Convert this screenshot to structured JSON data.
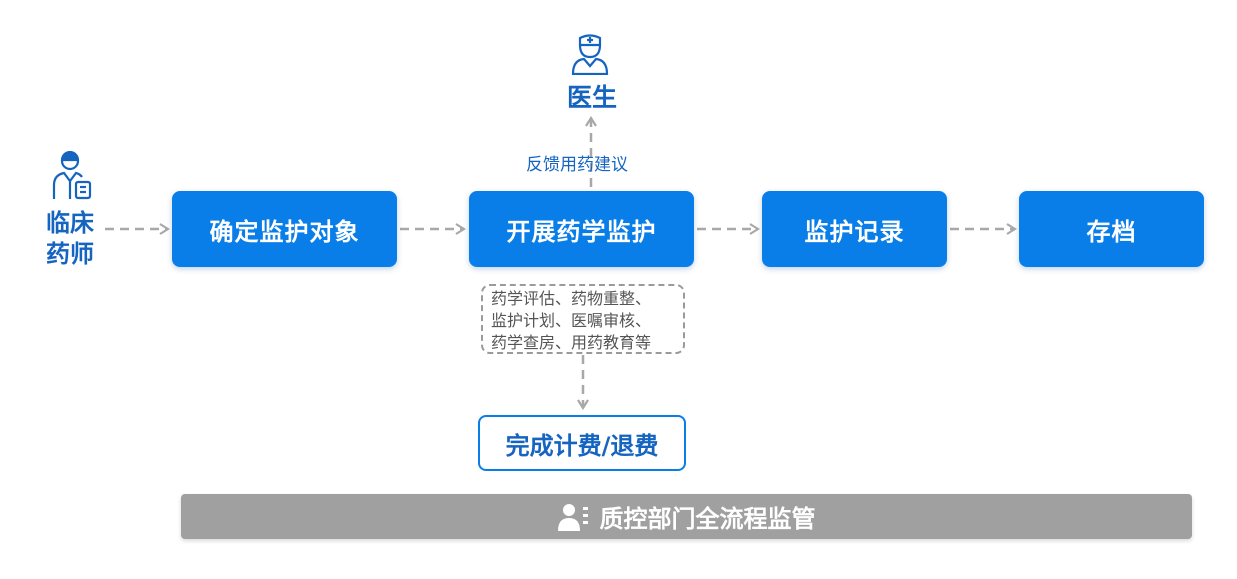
{
  "actors": {
    "clinical_pharmacist": {
      "line1": "临床",
      "line2": "药师",
      "icon": "pharmacist-icon"
    },
    "doctor": {
      "label": "医生",
      "icon": "doctor-icon"
    }
  },
  "steps": [
    {
      "label": "确定监护对象"
    },
    {
      "label": "开展药学监护"
    },
    {
      "label": "监护记录"
    },
    {
      "label": "存档"
    }
  ],
  "feedback_label": "反馈用药建议",
  "monitoring_details": {
    "lines": [
      "药学评估、药物重整、",
      "监护计划、医嘱审核、",
      "药学查房、用药教育等"
    ]
  },
  "billing_box": {
    "label": "完成计费/退费"
  },
  "qc_bar": {
    "label": "质控部门全流程监管",
    "icon": "supervisor-icon"
  },
  "colors": {
    "primary": "#0a7ee8",
    "text_blue": "#1565c0",
    "gray_bar": "#a0a0a0",
    "dashed_line": "#a8a8a8"
  }
}
